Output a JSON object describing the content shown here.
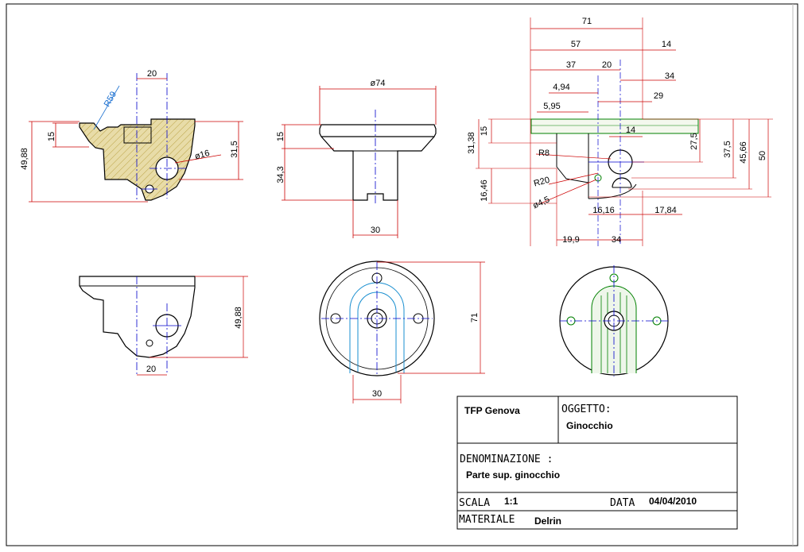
{
  "colors": {
    "outline": "#000000",
    "dimension": "#cc0000",
    "center": "#0000cc",
    "hatch": "#b8a040",
    "hatch_fill": "#e8dca8",
    "green": "#008000",
    "cyan": "#1a8fd0",
    "leader": "#1a6fd0"
  },
  "views": {
    "section_side": {
      "labels": [
        "20",
        "R59",
        "15",
        "49,88",
        "31,5",
        "ø16"
      ]
    },
    "front": {
      "labels": [
        "ø74",
        "15",
        "34,3",
        "30"
      ]
    },
    "right": {
      "labels": [
        "71",
        "57",
        "14",
        "37",
        "20",
        "34",
        "4,94",
        "29",
        "5,95",
        "14",
        "15",
        "31,38",
        "R8",
        "27,5",
        "37,5",
        "45,66",
        "50",
        "R20",
        "16,46",
        "ø4,5",
        "16,16",
        "17,84",
        "19,9",
        "34"
      ]
    },
    "bottom_left": {
      "labels": [
        "49,88",
        "20"
      ]
    },
    "bottom_center": {
      "labels": [
        "71",
        "30"
      ]
    }
  },
  "title_block": {
    "company": "TFP Genova",
    "oggetto_label": "OGGETTO:",
    "oggetto_value": "Ginocchio",
    "denominazione_label": "DENOMINAZIONE :",
    "denominazione_value": "Parte sup. ginocchio",
    "scala_label": "SCALA",
    "scala_value": "1:1",
    "data_label": "DATA",
    "data_value": "04/04/2010",
    "materiale_label": "MATERIALE",
    "materiale_value": "Delrin"
  }
}
